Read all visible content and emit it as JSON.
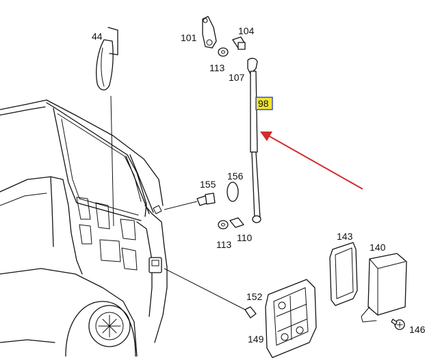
{
  "labels": {
    "p44": "44",
    "p101": "101",
    "p104": "104",
    "p113a": "113",
    "p107": "107",
    "p98": "98",
    "p155": "155",
    "p156": "156",
    "p113b": "113",
    "p110": "110",
    "p143": "143",
    "p140": "140",
    "p152": "152",
    "p149": "149",
    "p146": "146"
  },
  "colors": {
    "highlight_fill": "#f2e52b",
    "highlight_border": "#3a50c8",
    "arrow": "#d42a2a"
  }
}
